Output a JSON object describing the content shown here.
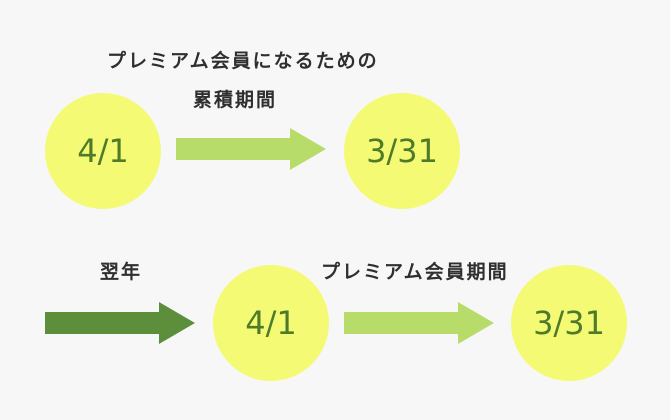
{
  "row1": {
    "caption_line1": "プレミアム会員になるための",
    "caption_line2": "累積期間",
    "start_date": "4/1",
    "end_date": "3/31"
  },
  "row2": {
    "next_year_label": "翌年",
    "member_period_label": "プレミアム会員期間",
    "start_date": "4/1",
    "end_date": "3/31"
  },
  "colors": {
    "circle_fill": "#f4fa73",
    "date_text": "#4e7a2a",
    "arrow_light_green": "#b8dc6a",
    "arrow_dark_green": "#5c8e3c",
    "label_text": "#2f2f2f",
    "background": "#f7f7f7"
  }
}
